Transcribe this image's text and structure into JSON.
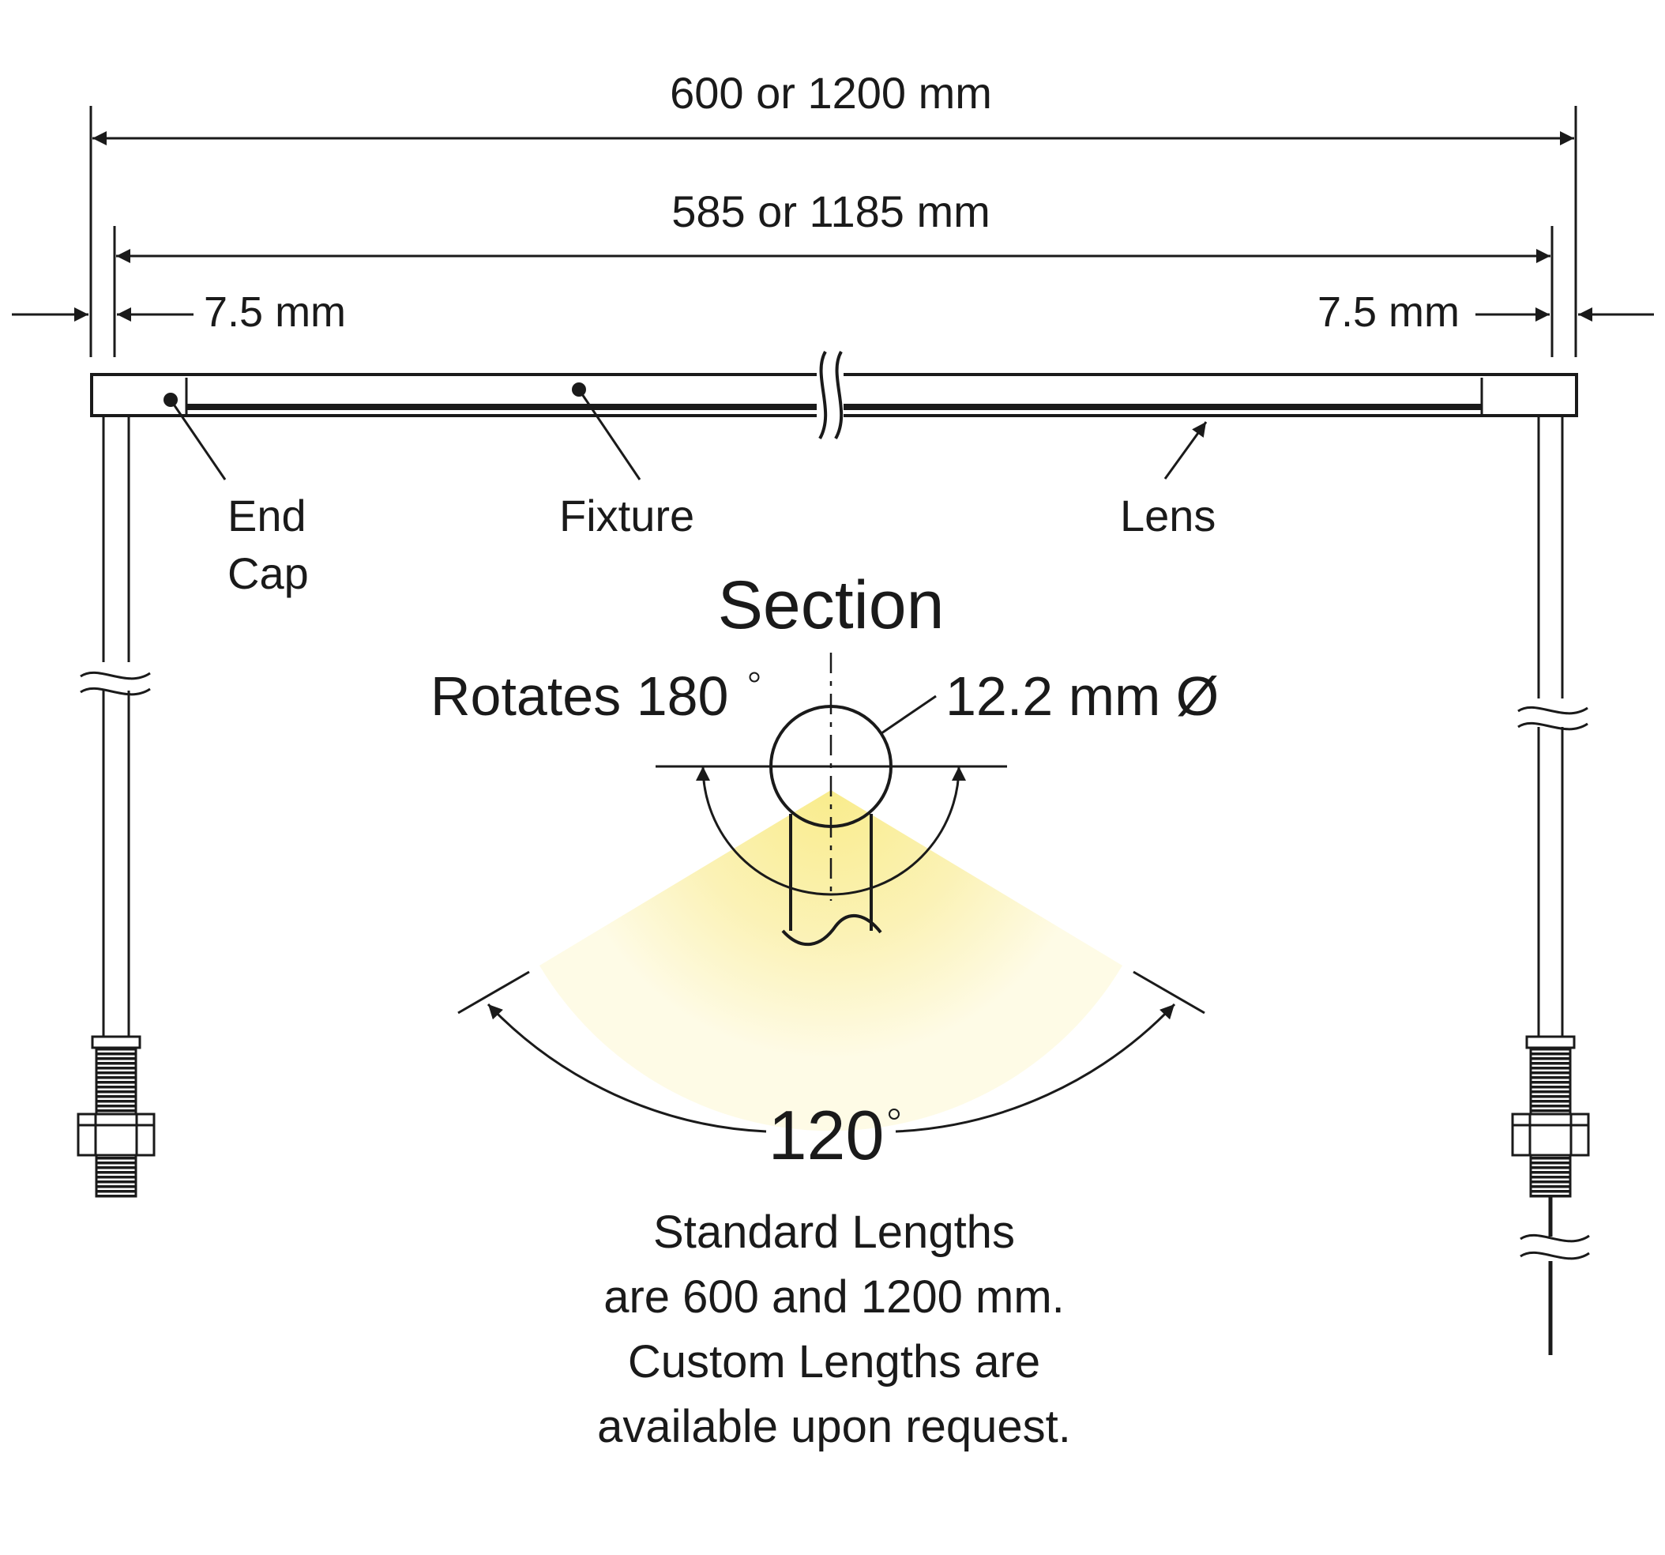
{
  "dimensions": {
    "overall_length": "600 or 1200 mm",
    "fixture_length": "585 or 1185 mm",
    "left_cap": "7.5 mm",
    "right_cap": "7.5 mm"
  },
  "callouts": {
    "end_cap_line1": "End",
    "end_cap_line2": "Cap",
    "fixture": "Fixture",
    "lens": "Lens"
  },
  "section": {
    "title": "Section",
    "rotates": "Rotates 180",
    "diameter": "12.2 mm Ø",
    "beam_angle": "120"
  },
  "notes": {
    "line1": "Standard Lengths",
    "line2": "are 600 and 1200 mm.",
    "line3": "Custom Lengths are",
    "line4": "available upon request."
  },
  "colors": {
    "line": "#1a1a1a",
    "beam": "#fbf0a0"
  }
}
